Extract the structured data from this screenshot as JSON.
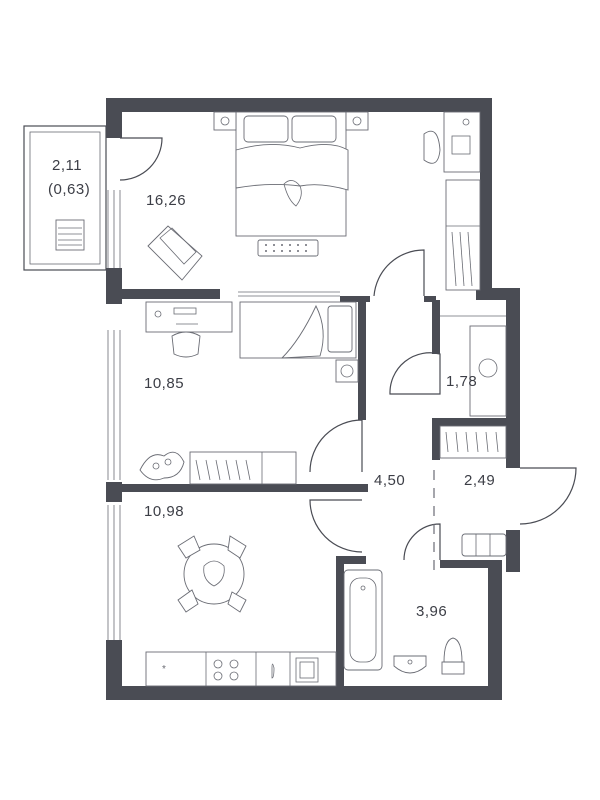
{
  "rooms": {
    "balcony": {
      "area": "2,11",
      "area_reduced": "(0,63)"
    },
    "bedroom": {
      "area": "16,26"
    },
    "room2": {
      "area": "10,85"
    },
    "storage": {
      "area": "1,78"
    },
    "hall": {
      "area": "4,50"
    },
    "entrance": {
      "area": "2,49"
    },
    "kitchen": {
      "area": "10,98"
    },
    "bathroom": {
      "area": "3,96"
    }
  },
  "colors": {
    "wall": "#4a4c54",
    "line": "#6a6c74",
    "text": "#3c3e46",
    "background": "#ffffff"
  }
}
